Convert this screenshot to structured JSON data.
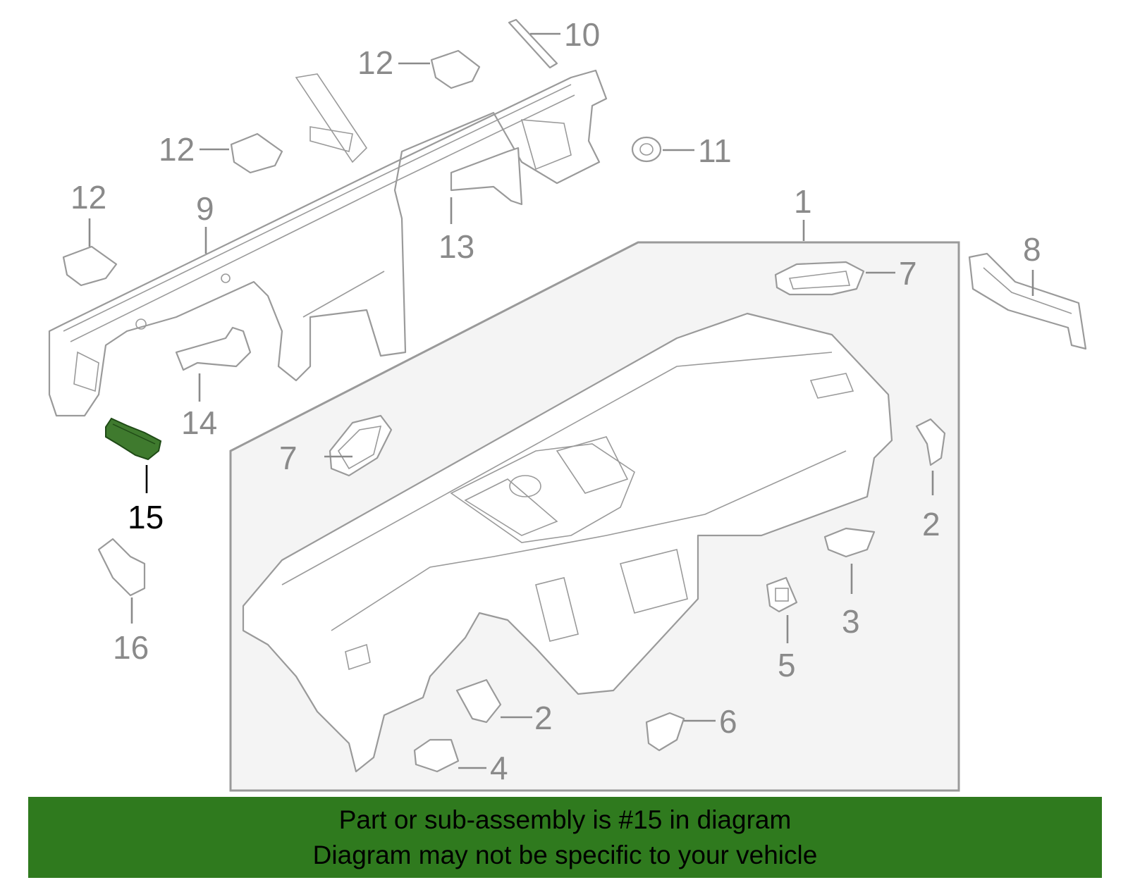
{
  "callouts": {
    "c1": "1",
    "c2a": "2",
    "c2b": "2",
    "c3": "3",
    "c4": "4",
    "c5": "5",
    "c6": "6",
    "c7a": "7",
    "c7b": "7",
    "c8": "8",
    "c9": "9",
    "c10": "10",
    "c11": "11",
    "c12a": "12",
    "c12b": "12",
    "c12c": "12",
    "c13": "13",
    "c14": "14",
    "c15": "15",
    "c16": "16"
  },
  "highlight": {
    "part_number": "15",
    "color": "#3f7a2e"
  },
  "banner": {
    "line1": "Part or sub-assembly is #15 in diagram",
    "line2": "Diagram may not be specific to your vehicle",
    "background": "#2f7a1e"
  }
}
